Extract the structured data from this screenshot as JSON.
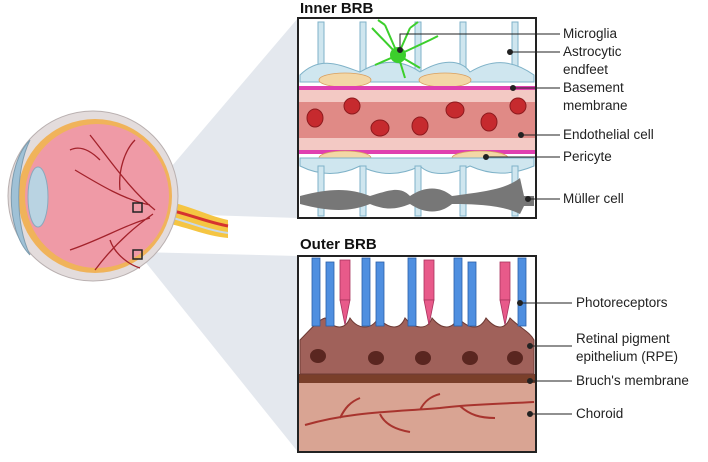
{
  "panels": {
    "inner": {
      "title": "Inner BRB",
      "labels": {
        "microglia": "Microglia",
        "astrocytic_1": "Astrocytic",
        "astrocytic_2": "endfeet",
        "basement_1": "Basement",
        "basement_2": "membrane",
        "endothelial": "Endothelial cell",
        "pericyte": "Pericyte",
        "muller": "Müller cell"
      }
    },
    "outer": {
      "title": "Outer BRB",
      "labels": {
        "photoreceptors": "Photoreceptors",
        "rpe_1": "Retinal pigment",
        "rpe_2": "epithelium (RPE)",
        "bruch": "Bruch's membrane",
        "choroid": "Choroid"
      }
    }
  },
  "colors": {
    "astrocyte": "#cfe6ef",
    "astrocyte_edge": "#7fb2c8",
    "basement": "#e040b0",
    "endothelial": "#f3c9c4",
    "lumen": "#e08a86",
    "rbc": "#c62a2e",
    "pericyte": "#f3d7a6",
    "microglia": "#3ccf2c",
    "muller": "#777777",
    "photoreceptor_blue": "#4f8fe0",
    "photoreceptor_pink": "#e85a8a",
    "rpe": "#a0615a",
    "bruch": "#7a3f2a",
    "choroid": "#d9a493",
    "choroid_vessel": "#a8342e",
    "eye_pink": "#ef9aa6",
    "eye_sclera": "#e8e4e4",
    "optic_nerve": "#f5c542"
  }
}
